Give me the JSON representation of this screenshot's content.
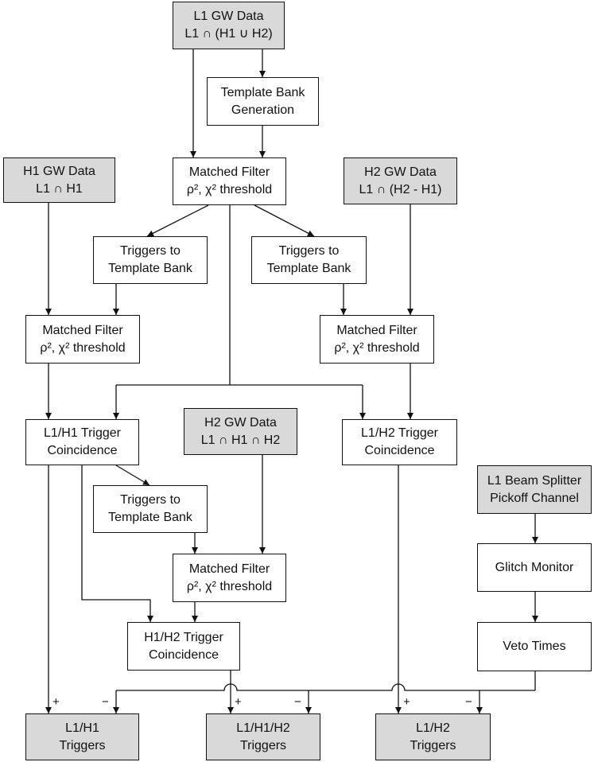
{
  "boxes": {
    "l1_data": {
      "lines": [
        "L1 GW Data",
        "L1 ∩ (H1 ∪ H2)"
      ]
    },
    "bank_gen": {
      "lines": [
        "Template Bank",
        "Generation"
      ]
    },
    "mf_l1": {
      "lines": [
        "Matched Filter",
        "ρ², χ² threshold"
      ]
    },
    "h1_data": {
      "lines": [
        "H1 GW Data",
        "L1 ∩ H1"
      ]
    },
    "h2_data_a": {
      "lines": [
        "H2 GW Data",
        "L1 ∩ (H2 - H1)"
      ]
    },
    "trig_bank_h1": {
      "lines": [
        "Triggers to",
        "Template Bank"
      ]
    },
    "trig_bank_h2": {
      "lines": [
        "Triggers to",
        "Template Bank"
      ]
    },
    "mf_h1": {
      "lines": [
        "Matched Filter",
        "ρ², χ² threshold"
      ]
    },
    "mf_h2a": {
      "lines": [
        "Matched Filter",
        "ρ², χ² threshold"
      ]
    },
    "coinc_l1h1": {
      "lines": [
        "L1/H1 Trigger",
        "Coincidence"
      ]
    },
    "h2_data_b": {
      "lines": [
        "H2 GW Data",
        "L1 ∩ H1 ∩ H2"
      ]
    },
    "coinc_l1h2": {
      "lines": [
        "L1/H2 Trigger",
        "Coincidence"
      ]
    },
    "beam_splitter": {
      "lines": [
        "L1 Beam Splitter",
        "Pickoff Channel"
      ]
    },
    "trig_bank_h2b": {
      "lines": [
        "Triggers to",
        "Template Bank"
      ]
    },
    "mf_h2b": {
      "lines": [
        "Matched Filter",
        "ρ², χ² threshold"
      ]
    },
    "glitch": {
      "lines": [
        "Glitch Monitor"
      ]
    },
    "coinc_h1h2": {
      "lines": [
        "H1/H2 Trigger",
        "Coincidence"
      ]
    },
    "veto": {
      "lines": [
        "Veto Times"
      ]
    },
    "out_l1h1": {
      "lines": [
        "L1/H1",
        "Triggers"
      ]
    },
    "out_l1h1h2": {
      "lines": [
        "L1/H1/H2",
        "Triggers"
      ]
    },
    "out_l1h2": {
      "lines": [
        "L1/H2",
        "Triggers"
      ]
    }
  },
  "signs": {
    "plus": "+",
    "minus": "−"
  },
  "colors": {
    "shaded_fill": "#d9d9d9",
    "line": "#111111"
  }
}
